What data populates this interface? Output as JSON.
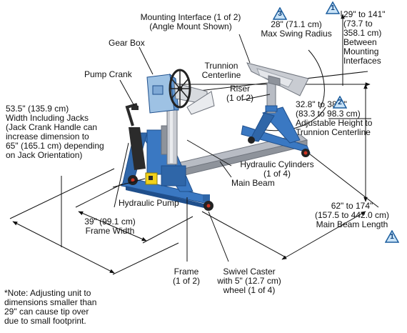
{
  "labels": {
    "mounting_interface": "Mounting Interface (1 of 2)\n(Angle Mount Shown)",
    "max_swing": "28\" (71.1 cm)\nMax Swing Radius",
    "between_interfaces": "29\" to 141\"\n(73.7 to\n358.1 cm)\nBetween\nMounting\nInterfaces",
    "gear_box": "Gear Box",
    "pump_crank": "Pump Crank",
    "trunnion_centerline": "Trunnion\nCenterline",
    "riser": "Riser\n(1 of 2)",
    "adjustable_height": "32.8\" to 38.7\"\n(83.3 to 98.3 cm)\nAdjustable Height to\nTrunnion Centerline",
    "width_including_jacks": "53.5\" (135.9 cm)\nWidth Including Jacks\n(Jack Crank Handle can\nincrease dimension to\n65\" (165.1 cm) depending\non Jack Orientation)",
    "hydraulic_cylinders": "Hydraulic Cylinders\n(1 of 4)",
    "main_beam": "Main Beam",
    "hydraulic_pump": "Hydraulic Pump",
    "frame_width": "39\" (99.1 cm)\nFrame Width",
    "main_beam_length": "62\" to 174\"\n(157.5 to 442.0 cm)\nMain Beam Length",
    "frame": "Frame\n(1 of 2)",
    "swivel_caster": "Swivel Caster\nwith 5\" (12.7 cm)\nwheel (1 of 4)",
    "note": "*Note: Adjusting unit to\ndimensions smaller than\n29\" can cause tip over\ndue to small footprint."
  },
  "badges": {
    "swing": "3",
    "between": "1",
    "height": "2",
    "length": "1"
  },
  "colors": {
    "frame_blue": "#3a78c2",
    "frame_blue_dark": "#1f4f8c",
    "steel": "#b8bcc4",
    "steel_dark": "#6e737c",
    "pump_yellow": "#f2d21a",
    "badge_fill": "#c9e3f7",
    "badge_stroke": "#1b5d9e",
    "line": "#111111"
  }
}
